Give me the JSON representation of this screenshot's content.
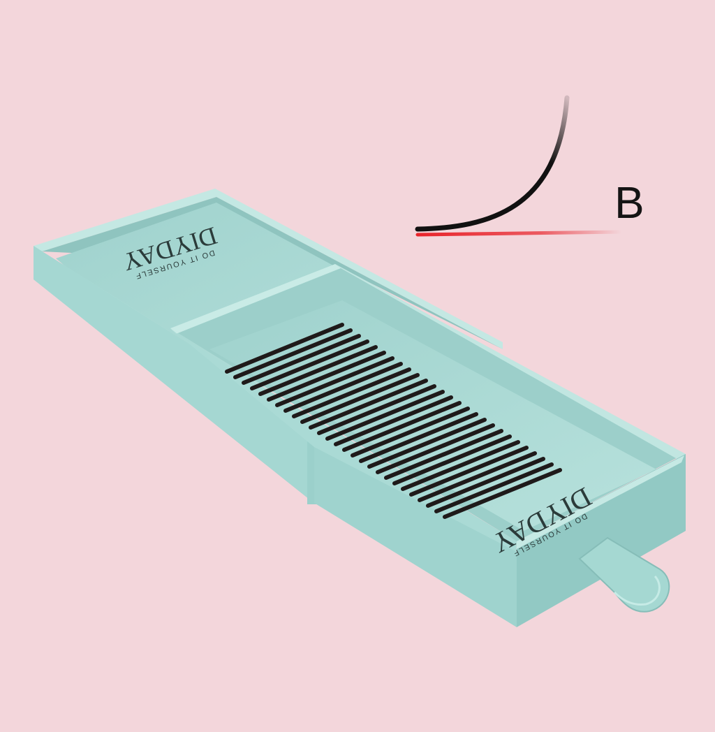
{
  "product": {
    "brand": "DIYDAY",
    "tagline": "DO IT YOURSELF",
    "curl_label": "B"
  },
  "colors": {
    "background": "#f3d6db",
    "box": "#a9d9d4",
    "box_dark": "#8cc5c0",
    "lash": "#1f1a1a",
    "curl_accent": "#e8242b"
  }
}
